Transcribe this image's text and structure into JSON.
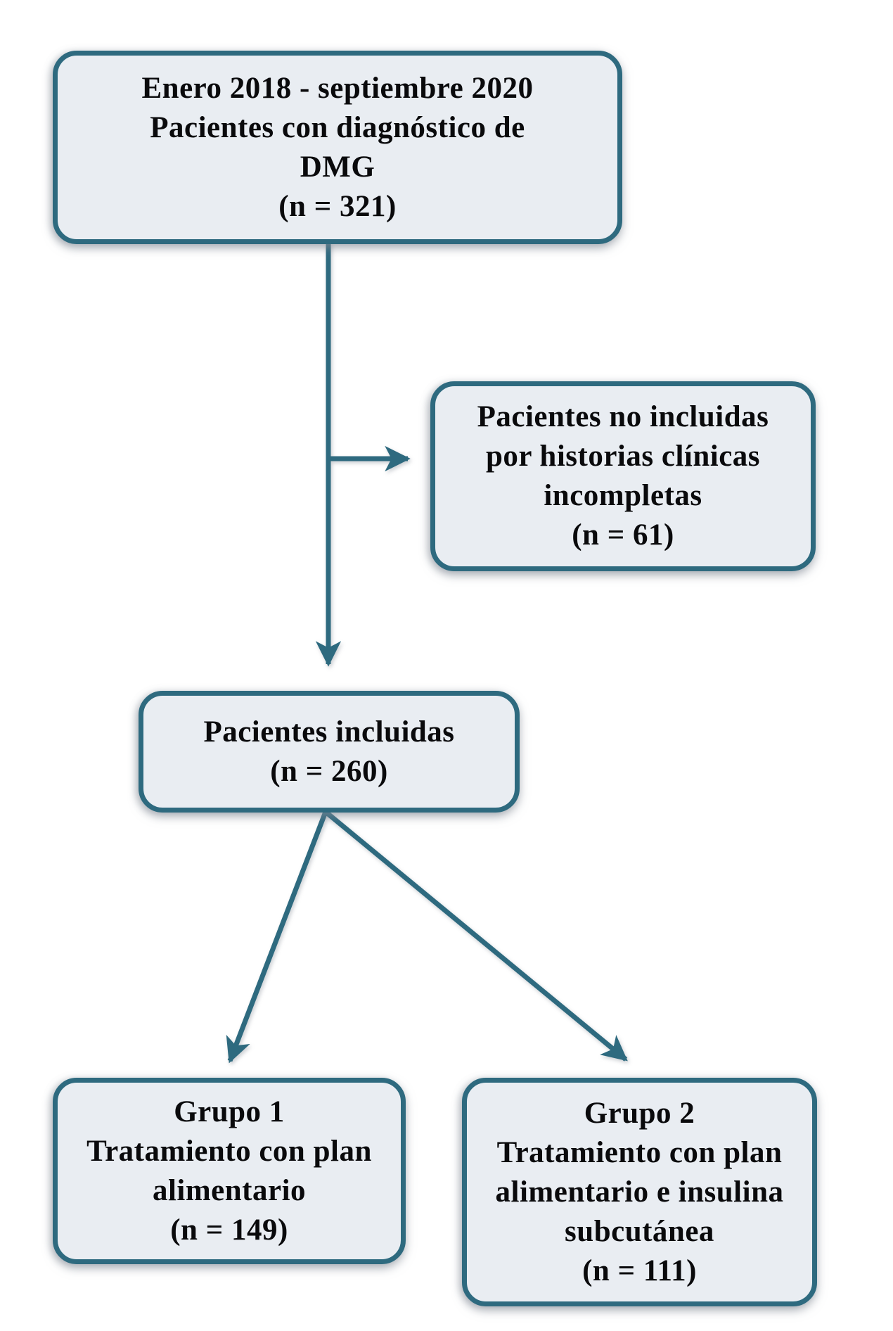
{
  "diagram": {
    "type": "patient-flowchart",
    "colors": {
      "accent": "#2e6a7f",
      "box_fill": "#e9edf2",
      "text": "#0a0a0c",
      "background": "#ffffff"
    },
    "boxes": {
      "source": {
        "id": "source-cohort",
        "lines": [
          "Enero 2018 - septiembre 2020",
          "Pacientes con diagnóstico de",
          "DMG",
          "(n = 321)"
        ]
      },
      "excluded": {
        "id": "excluded-patients",
        "lines": [
          "Pacientes no incluidas",
          "por historias clínicas",
          "incompletas",
          "(n = 61)"
        ]
      },
      "included": {
        "id": "included-patients",
        "lines": [
          "Pacientes incluidas",
          "(n = 260)"
        ]
      },
      "group1": {
        "id": "group-1",
        "lines": [
          "Grupo 1",
          "Tratamiento con plan",
          "alimentario",
          "(n = 149)"
        ]
      },
      "group2": {
        "id": "group-2",
        "lines": [
          "Grupo 2",
          "Tratamiento con plan",
          "alimentario e insulina",
          "subcutánea",
          "(n = 111)"
        ]
      }
    },
    "connections": [
      {
        "from": "source-cohort",
        "to": "included-patients"
      },
      {
        "from": "source-cohort",
        "to": "excluded-patients"
      },
      {
        "from": "included-patients",
        "to": "group-1"
      },
      {
        "from": "included-patients",
        "to": "group-2"
      }
    ]
  }
}
